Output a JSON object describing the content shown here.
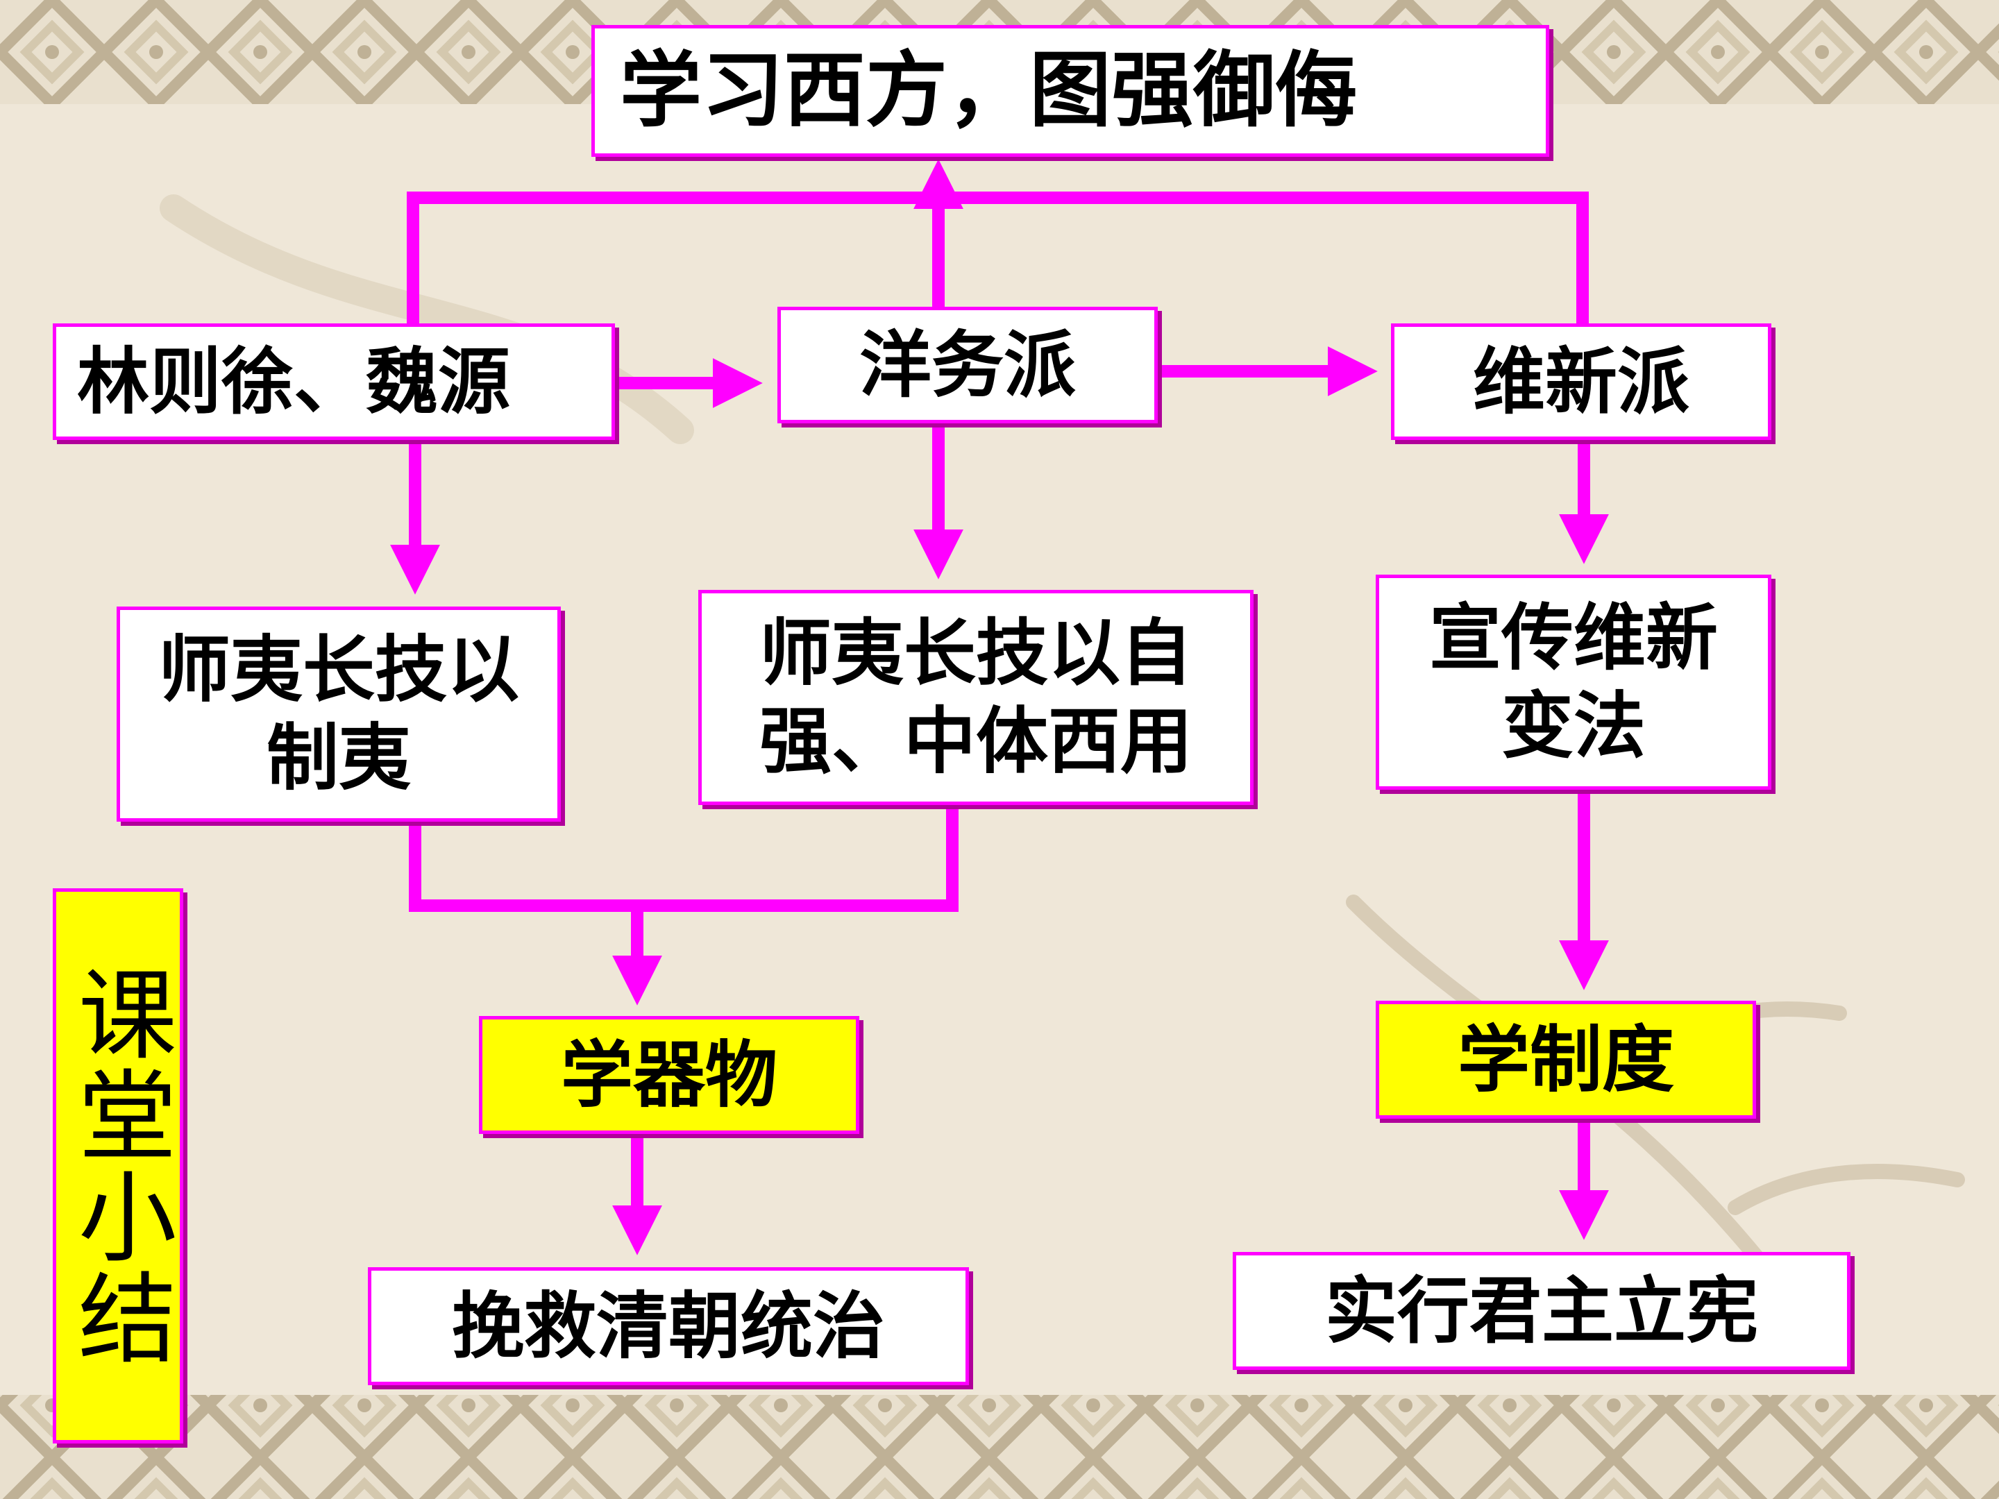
{
  "title": "学习西方，图强御侮",
  "groups": {
    "lin": {
      "name": "林则徐、魏源",
      "idea_line1": "师夷长技以",
      "idea_line2": "制夷"
    },
    "yangwu": {
      "name": "洋务派",
      "idea_line1": "师夷长技以自",
      "idea_line2": "强、中体西用"
    },
    "weixin": {
      "name": "维新派",
      "idea_line1": "宣传维新",
      "idea_line2": "变法"
    }
  },
  "outcomes": {
    "qiwu": {
      "label": "学器物",
      "goal": "挽救清朝统治"
    },
    "zhidu": {
      "label": "学制度",
      "goal": "实行君主立宪"
    }
  },
  "summary_label": "课堂小结",
  "colors": {
    "connector": "#ff00ff",
    "highlight": "#ffff00",
    "background": "#efe7d8",
    "border_pattern": "#c9b99e"
  }
}
